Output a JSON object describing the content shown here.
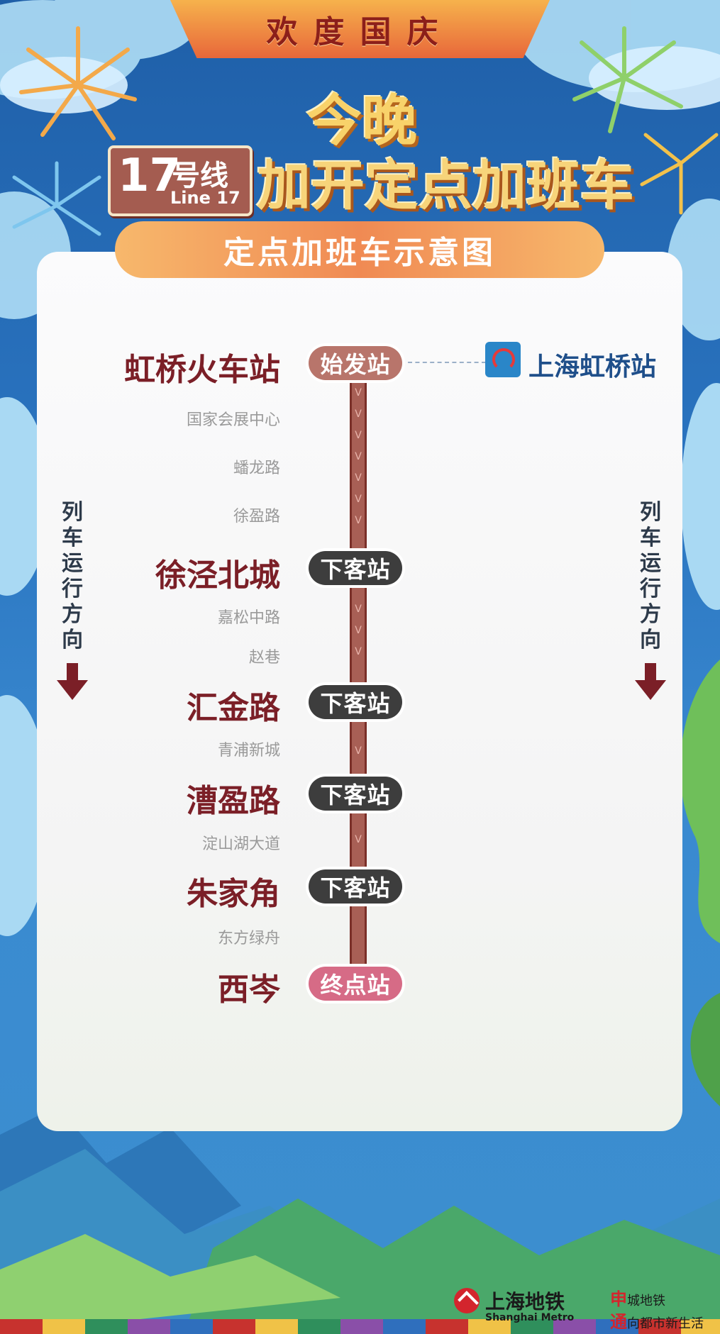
{
  "banner": {
    "title": "欢度国庆"
  },
  "header": {
    "tonight": "今晚",
    "line_number": "17",
    "line_suffix": "号线",
    "line_en": "Line 17",
    "headline": "加开定点加班车",
    "subtitle": "定点加班车示意图"
  },
  "colors": {
    "line": "#a85f55",
    "major_station": "#7b1f27",
    "alight_tag": "#3d3d3d",
    "start_tag": "#b8756b",
    "end_tag": "#d66b86"
  },
  "route": {
    "stations": [
      {
        "name": "虹桥火车站",
        "type": "major",
        "tag": "始发站"
      },
      {
        "name": "国家会展中心",
        "type": "minor"
      },
      {
        "name": "蟠龙路",
        "type": "minor"
      },
      {
        "name": "徐盈路",
        "type": "minor"
      },
      {
        "name": "徐泾北城",
        "type": "major",
        "tag": "下客站"
      },
      {
        "name": "嘉松中路",
        "type": "minor"
      },
      {
        "name": "赵巷",
        "type": "minor"
      },
      {
        "name": "汇金路",
        "type": "major",
        "tag": "下客站"
      },
      {
        "name": "青浦新城",
        "type": "minor"
      },
      {
        "name": "漕盈路",
        "type": "major",
        "tag": "下客站"
      },
      {
        "name": "淀山湖大道",
        "type": "minor"
      },
      {
        "name": "朱家角",
        "type": "major",
        "tag": "下客站"
      },
      {
        "name": "东方绿舟",
        "type": "minor"
      },
      {
        "name": "西岑",
        "type": "major",
        "tag": "终点站"
      }
    ],
    "transfer": {
      "label": "上海虹桥站",
      "icon": "railway-station-icon"
    },
    "direction_label": "列车运行方向"
  },
  "footer": {
    "brand_cn": "上海地铁",
    "brand_en": "Shanghai Metro",
    "slogan_line1_char": "申",
    "slogan_line1_rest": "城地铁",
    "slogan_line2_char": "通",
    "slogan_line2_rest": "向都市新生活"
  }
}
